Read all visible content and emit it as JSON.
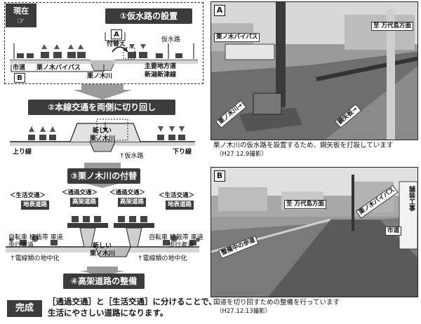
{
  "stage_current": {
    "badge": "現在",
    "step1_title": "①仮水路の設置",
    "box_a": "A",
    "switch_label": "付替え",
    "temp_channel": "仮水路",
    "city_road": "市道",
    "kurinoki_bypass": "栗ノ木バイパス",
    "kurinoki_river": "栗ノ木川",
    "main_road_line1": "主要地方道",
    "main_road_line2": "新潟新津線",
    "box_b": "B"
  },
  "step2": {
    "title": "②本線交通を両側に切り回し",
    "up_line": "上り線",
    "down_line": "下り線",
    "new_river_line1": "新しい",
    "new_river_line2": "栗ノ木川",
    "temp_channel": "↑仮水路"
  },
  "step3": {
    "title": "③栗ノ木川の付替"
  },
  "step4": {
    "title": "④高架道路の整備",
    "local_traffic_left": "＜生活交通＞",
    "through_traffic_left": "＜通過交通＞",
    "through_traffic_right": "＜通過交通＞",
    "local_traffic_right": "＜生活交通＞",
    "ground_road": "地表道路",
    "elevated_road": "高架道路",
    "side_labels": "自転車 植栽帯 車道",
    "sidewalk": "歩行者道",
    "new_river_line1": "新しい",
    "new_river_line2": "栗ノ木川",
    "underground_cable": "↑電線類の地中化"
  },
  "completion": {
    "badge": "完成",
    "text_line1": "［通過交通］と［生活交通］に分けることで、",
    "text_line2": "生活にやさしい道路になります。"
  },
  "photo_a": {
    "letter": "A",
    "tag_bypass": "栗ノ木バイパス",
    "tag_manyo": "至 万代島方面",
    "tag_river": "栗ノ木川→",
    "tag_sheet": "鋼矢板→",
    "caption": "栗ノ木川の仮水路を設置するため、鋼矢板を打設しています",
    "date": "（H27.12.9撮影）"
  },
  "photo_b": {
    "letter": "B",
    "tag_manyo": "至 万代島方面",
    "tag_bypass": "栗ノ木バイパス",
    "tag_city_road": "市道",
    "tag_sidewalk": "整備中の歩道",
    "sign": "舗装工事",
    "caption": "国道を切り回すための整備を行っています",
    "date": "（H27.12.13撮影）"
  },
  "colors": {
    "badge_bg": "#3b3b3b",
    "arrow_gray": "#9a9a9a",
    "road_dark": "#3a3a3a"
  }
}
